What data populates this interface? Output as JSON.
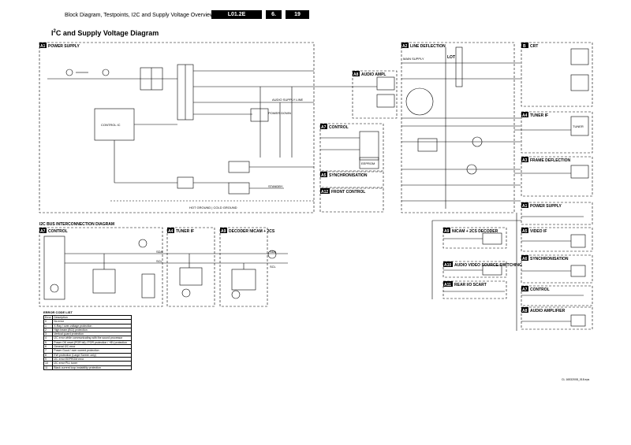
{
  "header": {
    "title": "Block Diagram, Testpoints, I2C and Supply Voltage Overview",
    "model": "L01.2E",
    "section": "6.",
    "page": "19"
  },
  "main_title_prefix": "I",
  "main_title_sup": "2",
  "main_title_rest": "C and Supply Voltage Diagram",
  "blocks": [
    {
      "tag": "A1",
      "label": "POWER SUPPLY"
    },
    {
      "tag": "A2",
      "label": "LINE DEFLECTION"
    },
    {
      "tag": "B",
      "label": "CRT"
    },
    {
      "tag": "A8",
      "label": "AUDIO AMPL"
    },
    {
      "tag": "A7",
      "label": "CONTROL"
    },
    {
      "tag": "A5",
      "label": "SYNCHRONISATION"
    },
    {
      "tag": "A12",
      "label": "FRONT CONTROL"
    },
    {
      "tag": "A4",
      "label": "TUNER IF"
    },
    {
      "tag": "A3",
      "label": "FRAME DEFLECTION"
    },
    {
      "tag": "A1",
      "label": "POWER SUPPLY"
    },
    {
      "tag": "A5",
      "label": "VIDEO IF"
    },
    {
      "tag": "A6",
      "label": "SYNCHRONISATION"
    },
    {
      "tag": "A7",
      "label": "CONTROL"
    },
    {
      "tag": "A8",
      "label": "AUDIO AMPLIFIER"
    },
    {
      "tag": "A9",
      "label": "NICAM + 2CS DECODER"
    },
    {
      "tag": "A10",
      "label": "AUDIO VIDEO SOURCE SWITCHING"
    },
    {
      "tag": "A11",
      "label": "REAR I/O SCART"
    }
  ],
  "i2c_section": {
    "title": "I2C BUS INTERCONNECTION DIAGRAM",
    "blocks": [
      {
        "tag": "A7",
        "label": "CONTROL"
      },
      {
        "tag": "A4",
        "label": "TUNER IF"
      },
      {
        "tag": "A9",
        "label": "DECODER NICAM + 2CS"
      }
    ]
  },
  "labels": {
    "control_ic": "CONTROL IC",
    "hot_cold": "HOT GROUND | COLD GROUND",
    "lot": "LOT",
    "power_down": "POWER DOWN",
    "audio_supply": "AUDIO SUPPLY LINE",
    "eeprom": "EEPROM",
    "tuner": "TUNER",
    "standby": "STANDBY",
    "main_supply": "MAIN SUPPLY",
    "sda": "SDA",
    "scl": "SCL"
  },
  "error_codes": {
    "title": "ERROR CODE LIST",
    "header": [
      "Error",
      "Description"
    ],
    "rows": [
      [
        "0",
        "No error"
      ],
      [
        "1",
        "X-Ray / over-voltage protection"
      ],
      [
        "2",
        "High beam (BCI) protection"
      ],
      [
        "3",
        "Vertical guard protection"
      ],
      [
        "4",
        "I2C error while communicating with the sound processor"
      ],
      [
        "5",
        "Power OK reset (POR bit) / POR protection / +8V protection"
      ],
      [
        "6",
        "General I2C error"
      ],
      [
        "7",
        "Power Good / over current protection"
      ],
      [
        "8",
        "EW protection (Large Screen only)"
      ],
      [
        "9",
        "I2C error EEPROM error"
      ],
      [
        "10",
        "I2C error PLL tuner"
      ],
      [
        "11",
        "Black current loop instability protection"
      ]
    ]
  },
  "reference": "CL 16532008_018.eps"
}
